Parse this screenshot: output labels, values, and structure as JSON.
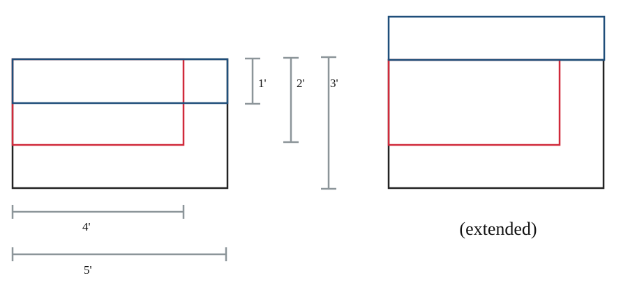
{
  "labels": {
    "height_1": "1'",
    "height_2": "2'",
    "height_3": "3'",
    "width_4": "4'",
    "width_5": "5'",
    "caption": "(extended)"
  },
  "colors": {
    "outer_box": "#222222",
    "red_box": "#d0293a",
    "blue_box": "#1f4e7a",
    "dimension": "#8c9599",
    "text": "#111111"
  }
}
